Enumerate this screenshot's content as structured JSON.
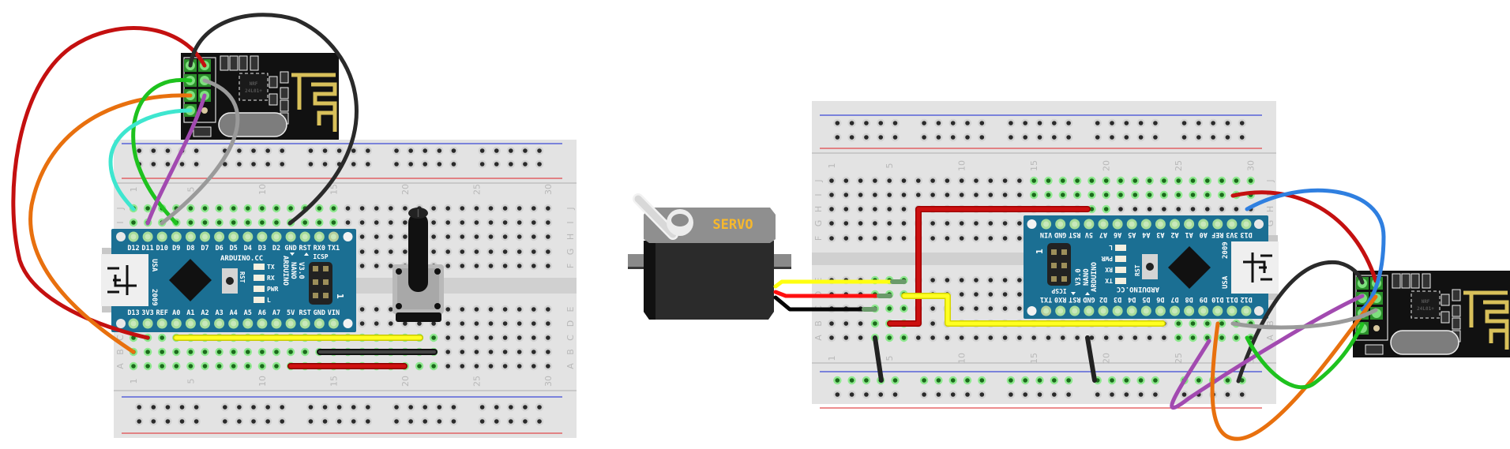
{
  "breadboard": {
    "column_numbers": [
      "1",
      "5",
      "10",
      "15",
      "20",
      "25",
      "30"
    ],
    "row_letters": [
      "J",
      "I",
      "H",
      "G",
      "F",
      "E",
      "D",
      "C",
      "B",
      "A"
    ]
  },
  "nano": {
    "top_pins": [
      "D12",
      "D11",
      "D10",
      "D9",
      "D8",
      "D7",
      "D6",
      "D5",
      "D4",
      "D3",
      "D2",
      "GND",
      "RST",
      "RX0",
      "TX1"
    ],
    "bottom_pins": [
      "D13",
      "3V3",
      "REF",
      "A0",
      "A1",
      "A2",
      "A3",
      "A4",
      "A5",
      "A6",
      "A7",
      "5V",
      "RST",
      "GND",
      "VIN"
    ],
    "brand": "ARDUINO.CC",
    "model_line1": "ARDUINO",
    "model_line2": "NANO",
    "model_line3": "V3.0",
    "reset_label": "RST",
    "icsp_label": "ICSP",
    "icsp_pin1": "1",
    "usb_country": "USA",
    "year": "2009",
    "leds": [
      "TX",
      "RX",
      "PWR",
      "L"
    ]
  },
  "nrf": {
    "chip_line1": "NRF",
    "chip_line2": "24L01+"
  },
  "servo": {
    "label": "SERVO"
  },
  "colors": {
    "breadboard": "#e3e3e3",
    "nano_board": "#1b6f93",
    "nrf_board": "#111111",
    "antenna": "#d8c05a",
    "servo_label": "#f7b82c",
    "connected_hole": "#7ee07e",
    "rail_positive": "#e0494b",
    "rail_negative": "#3b49d6"
  }
}
